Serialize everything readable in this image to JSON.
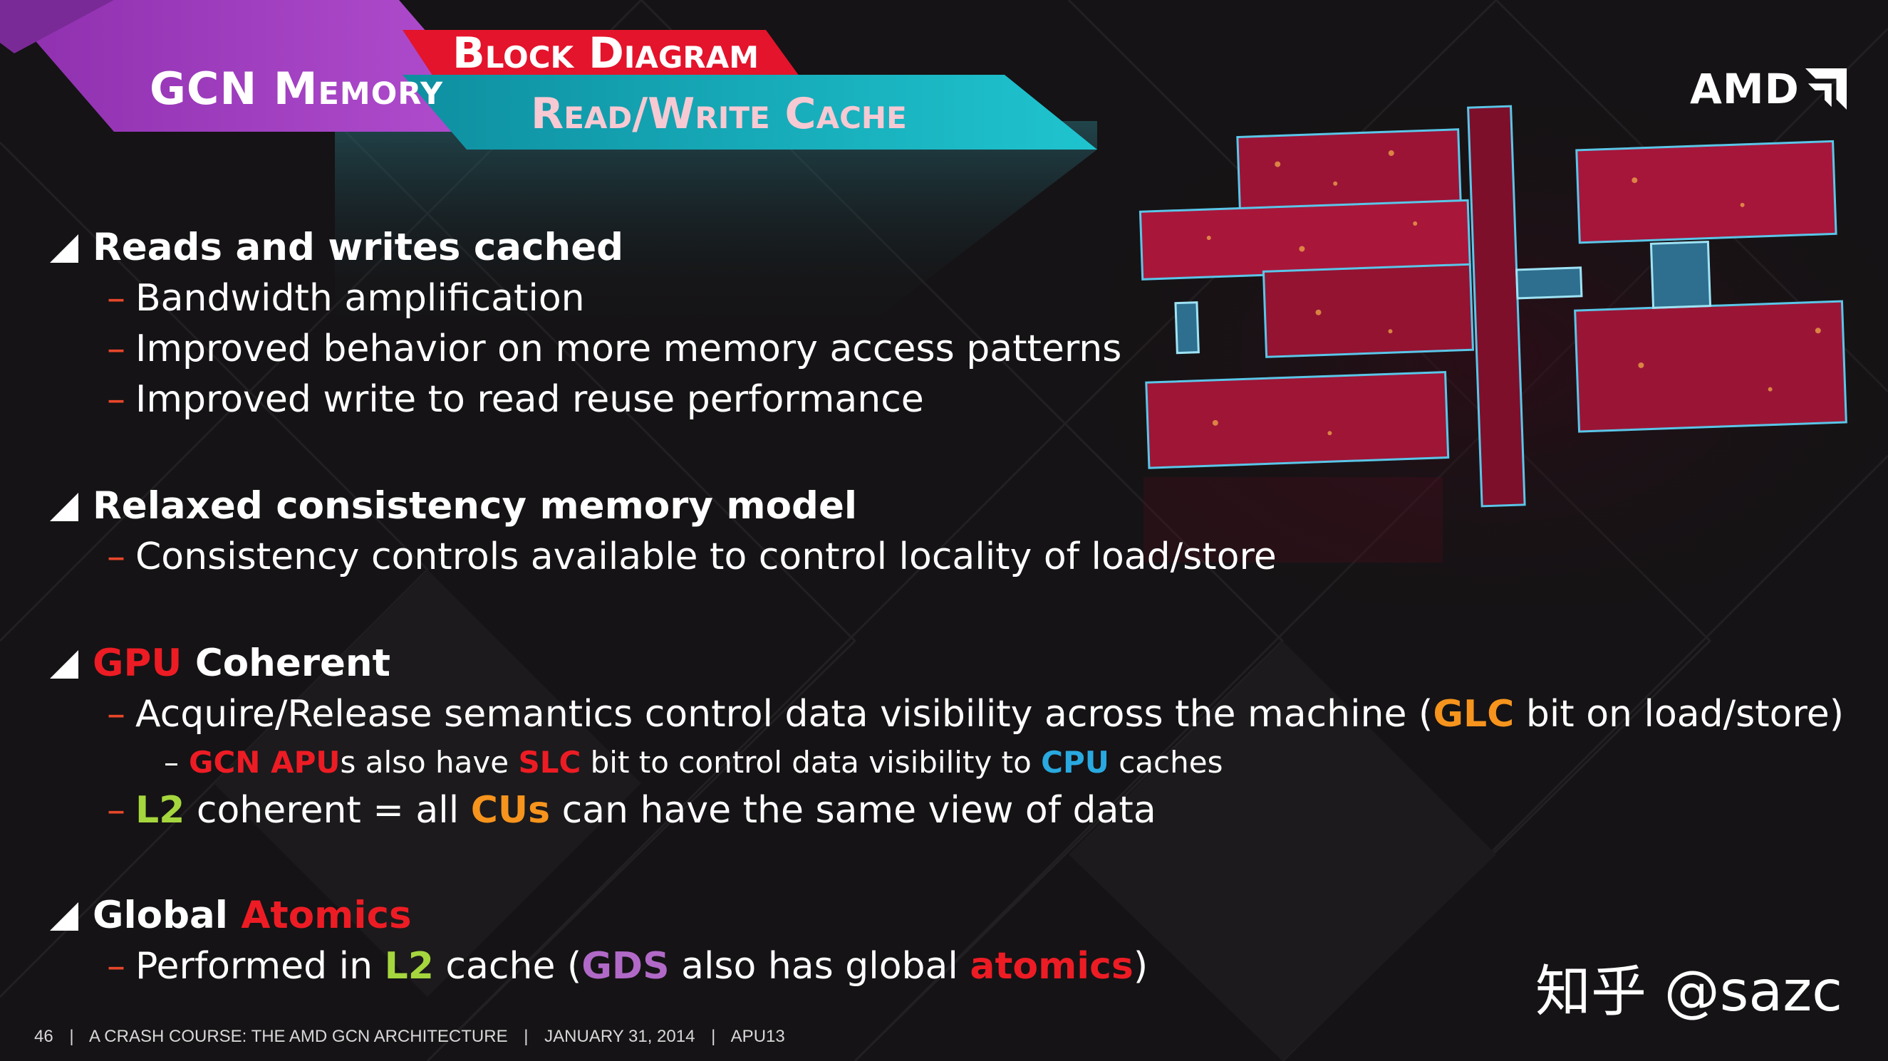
{
  "header": {
    "title": "GCN Memory",
    "tag_top": "Block Diagram",
    "tag_bottom": "Read/Write Cache"
  },
  "logo": {
    "text": "AMD",
    "icon": "amd-arrow-icon"
  },
  "sections": [
    {
      "heading": "Reads and writes cached",
      "items": [
        "Bandwidth amplification",
        "Improved behavior on more memory access patterns",
        "Improved write to read reuse performance"
      ]
    },
    {
      "heading": "Relaxed consistency memory model",
      "items": [
        "Consistency controls available to control locality of load/store"
      ]
    },
    {
      "heading_parts": [
        "GPU",
        " Coherent"
      ],
      "item1_parts": [
        "Acquire/Release semantics control data visibility across the machine (",
        "GLC",
        " bit on load/store)"
      ],
      "subitem_parts": [
        "GCN APU",
        "s also have ",
        "SLC",
        " bit to control data visibility to ",
        "CPU",
        " caches"
      ],
      "item2_parts": [
        "L2",
        " coherent = all ",
        "CUs",
        " can have the same view of data"
      ]
    },
    {
      "heading_parts": [
        "Global ",
        "Atomics"
      ],
      "item_parts": [
        "Performed in ",
        "L2",
        " cache (",
        "GDS",
        " also has global ",
        "atomics",
        ")"
      ]
    }
  ],
  "footer": {
    "page": "46",
    "sep": "|",
    "course": "A CRASH COURSE: THE AMD GCN ARCHITECTURE",
    "date": "JANUARY 31, 2014",
    "event": "APU13"
  },
  "watermark": "知乎 @sazc",
  "colors": {
    "accent_red": "#ed1c24",
    "accent_orange": "#f7941d",
    "accent_blue": "#29a9e0",
    "accent_lime": "#a5d63e",
    "accent_purple": "#b169c7",
    "banner_purple": "#a23bc0",
    "banner_teal": "#17b6c2"
  }
}
